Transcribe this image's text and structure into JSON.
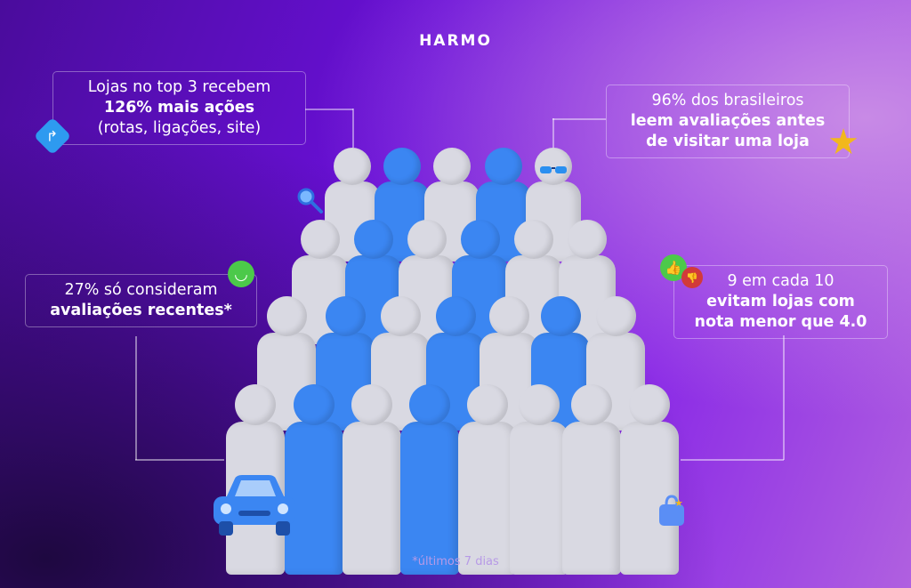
{
  "logo": "HARMO",
  "stats": [
    {
      "line1": "Lojas no top 3 recebem",
      "bold": "126% mais ações",
      "line3": "(rotas, ligações, site)"
    },
    {
      "line1": "96% dos brasileiros",
      "bold": "leem avaliações antes",
      "bold2": "de visitar uma loja"
    },
    {
      "line1": "27% só consideram",
      "bold": "avaliações recentes*"
    },
    {
      "line1": "9 em cada 10",
      "bold": "evitam lojas com",
      "bold2": "nota menor que 4.0"
    }
  ],
  "footnote": "*últimos 7 dias",
  "colors": {
    "person_gray": "#d9d9e2",
    "person_blue": "#3b86f2",
    "accent_green": "#4cc94a"
  },
  "icons": [
    "directions-icon",
    "star-icon",
    "smiley-icon",
    "thumbs-up-icon",
    "thumbs-down-icon",
    "magnifier-icon",
    "sunglasses-icon",
    "car-icon",
    "shopping-bag-icon"
  ]
}
